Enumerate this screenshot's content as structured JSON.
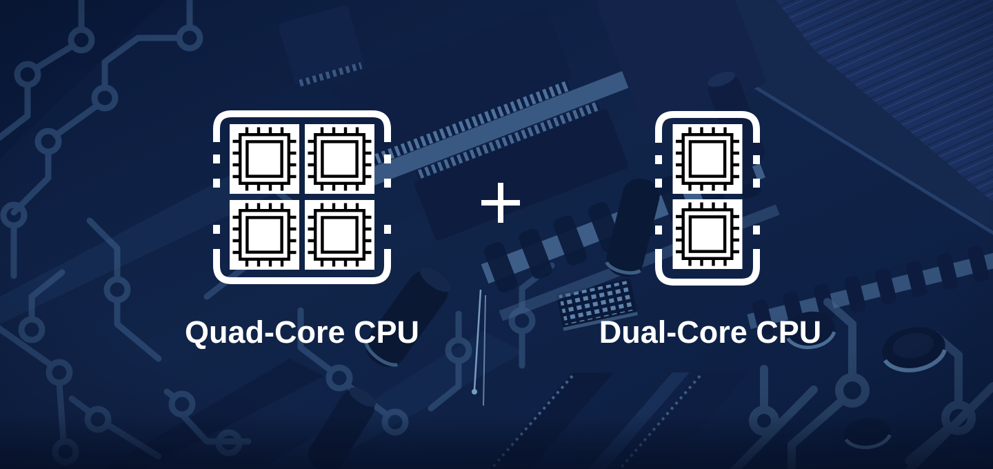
{
  "hero": {
    "left": {
      "label": "Quad-Core CPU",
      "icon": "quad-core-cpu-icon",
      "core_count": 4
    },
    "operator": {
      "symbol": "+",
      "icon": "plus-icon"
    },
    "right": {
      "label": "Dual-Core CPU",
      "icon": "dual-core-cpu-icon",
      "core_count": 2
    },
    "colors": {
      "foreground": "#ffffff",
      "icon_glyph": "#000000",
      "board_base": "#0e2045",
      "board_trace": "#3c5e88",
      "chip_dark": "#101f44",
      "solder_light": "#4e739d"
    }
  }
}
